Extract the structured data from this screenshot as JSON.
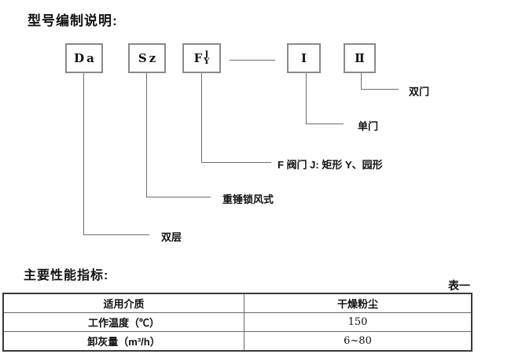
{
  "title": "型号编制说明:",
  "diagram": {
    "boxes": [
      {
        "id": "da",
        "label": "Da"
      },
      {
        "id": "sz",
        "label": "Sz"
      },
      {
        "id": "fjy",
        "label": "F",
        "upper": "J",
        "lower": "Y"
      },
      {
        "id": "i",
        "label": "I"
      },
      {
        "id": "ii",
        "label": "Ⅱ"
      }
    ],
    "callouts": [
      {
        "for": "ii",
        "text": "双门"
      },
      {
        "for": "i",
        "text": "单门"
      },
      {
        "for": "fjy",
        "text": "F 阀门 J: 矩形  Y、园形"
      },
      {
        "for": "sz",
        "text": "重锤锁风式"
      },
      {
        "for": "da",
        "text": "双层"
      }
    ]
  },
  "performance": {
    "heading": "主要性能指标:",
    "table_tag": "表一",
    "rows": [
      {
        "name": "适用介质",
        "value": "干燥粉尘"
      },
      {
        "name": "工作温度（℃）",
        "value": "150"
      },
      {
        "name": "卸灰量（m³/h）",
        "value": "6~80"
      }
    ]
  },
  "colors": {
    "background": "#ffffff",
    "text": "#111111",
    "box_border": "#8a8a8a",
    "line": "#6e6e6e",
    "table_border": "#3a3a3a"
  }
}
